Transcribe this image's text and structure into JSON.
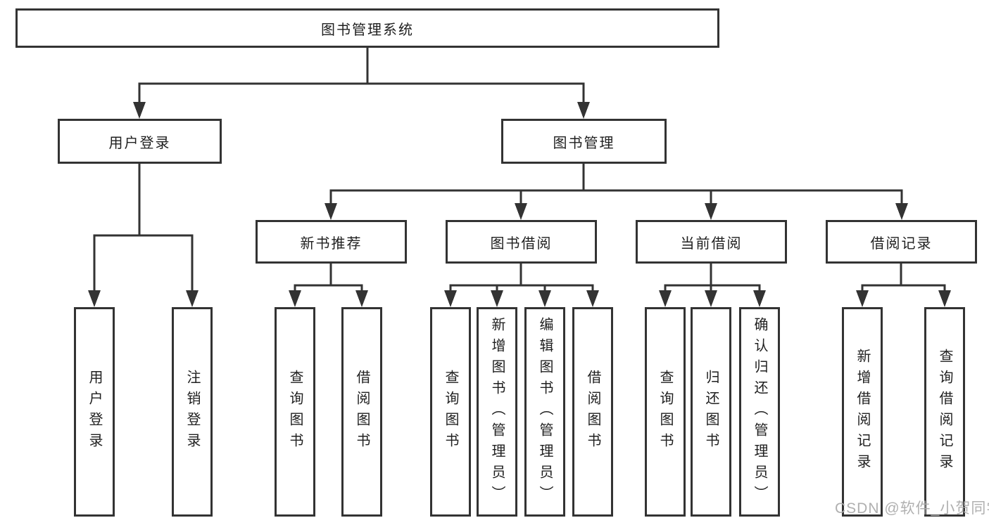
{
  "diagram_type": "hierarchy-tree",
  "tree": {
    "label": "图书管理系统",
    "children": [
      {
        "label": "用户登录",
        "children": [
          {
            "label": "用户登录"
          },
          {
            "label": "注销登录"
          }
        ]
      },
      {
        "label": "图书管理",
        "children": [
          {
            "label": "新书推荐",
            "children": [
              {
                "label": "查询图书"
              },
              {
                "label": "借阅图书"
              }
            ]
          },
          {
            "label": "图书借阅",
            "children": [
              {
                "label": "查询图书"
              },
              {
                "label": "新增图书（管理员）"
              },
              {
                "label": "编辑图书（管理员）"
              },
              {
                "label": "借阅图书"
              }
            ]
          },
          {
            "label": "当前借阅",
            "children": [
              {
                "label": "查询图书"
              },
              {
                "label": "归还图书"
              },
              {
                "label": "确认归还（管理员）"
              }
            ]
          },
          {
            "label": "借阅记录",
            "children": [
              {
                "label": "新增借阅记录"
              },
              {
                "label": "查询借阅记录"
              }
            ]
          }
        ]
      }
    ]
  },
  "watermark": "CSDN @软件_小贺同学",
  "colors": {
    "line": "#333333",
    "text": "#1f1f1f",
    "background": "#ffffff",
    "watermark": "#acacac"
  }
}
